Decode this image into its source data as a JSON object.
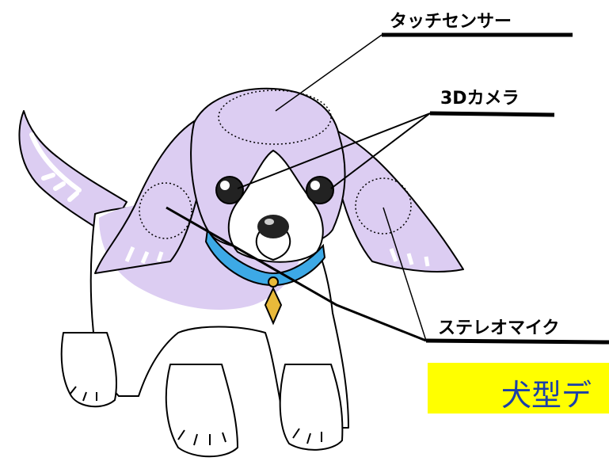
{
  "labels": {
    "touch_sensor": "タッチセンサー",
    "camera_3d": "3Dカメラ",
    "stereo_mic": "ステレオマイク"
  },
  "caption": {
    "text": "犬型デ"
  },
  "colors": {
    "fur_purple": "#dccdf2",
    "collar_blue": "#3da9e6",
    "tag_gold": "#e9b93a",
    "caption_bg": "#ffff00",
    "caption_text": "#1a3fa8"
  }
}
